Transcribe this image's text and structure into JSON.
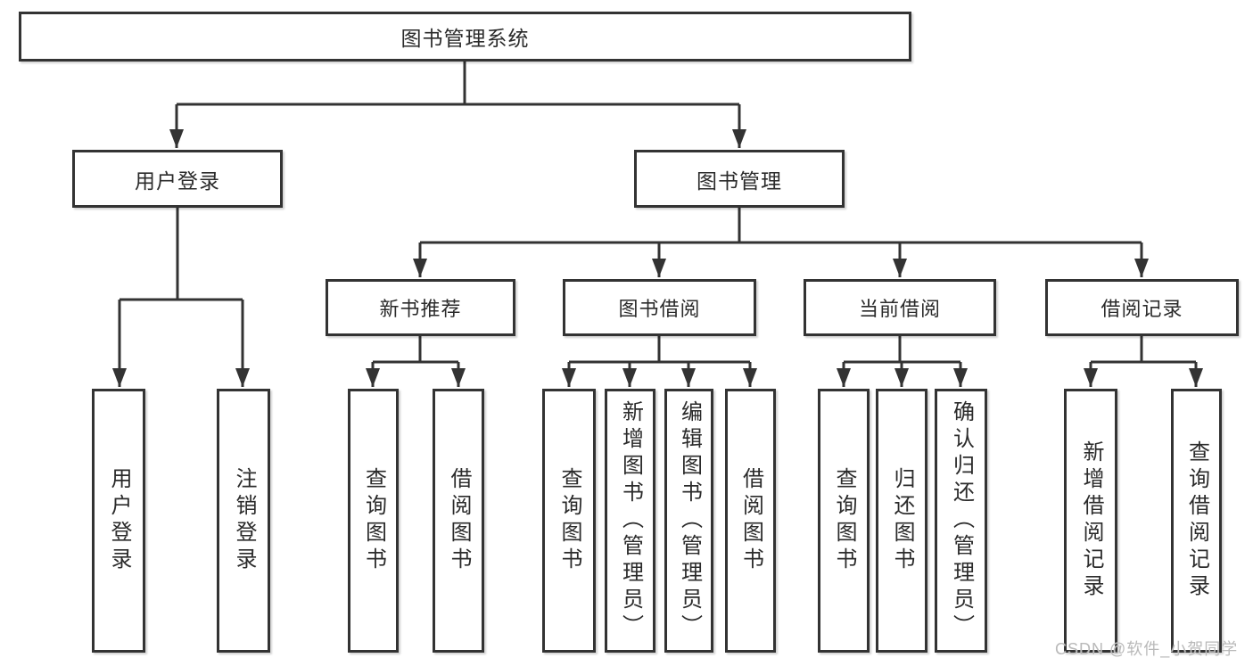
{
  "colors": {
    "line": "#333333",
    "border": "#333333",
    "text": "#2b2b2b",
    "background": "#ffffff",
    "watermark": "#b9b9b9"
  },
  "watermark": {
    "text": "CSDN @软件_小贺同学"
  },
  "tree": {
    "label": "图书管理系统",
    "children": [
      {
        "label": "用户登录",
        "children": [
          {
            "label": "用户登录"
          },
          {
            "label": "注销登录"
          }
        ]
      },
      {
        "label": "图书管理",
        "children": [
          {
            "label": "新书推荐",
            "children": [
              {
                "label": "查询图书"
              },
              {
                "label": "借阅图书"
              }
            ]
          },
          {
            "label": "图书借阅",
            "children": [
              {
                "label": "查询图书"
              },
              {
                "label": "新增图书（管理员）"
              },
              {
                "label": "编辑图书（管理员）"
              },
              {
                "label": "借阅图书"
              }
            ]
          },
          {
            "label": "当前借阅",
            "children": [
              {
                "label": "查询图书"
              },
              {
                "label": "归还图书"
              },
              {
                "label": "确认归还（管理员）"
              }
            ]
          },
          {
            "label": "借阅记录",
            "children": [
              {
                "label": "新增借阅记录"
              },
              {
                "label": "查询借阅记录"
              }
            ]
          }
        ]
      }
    ]
  }
}
